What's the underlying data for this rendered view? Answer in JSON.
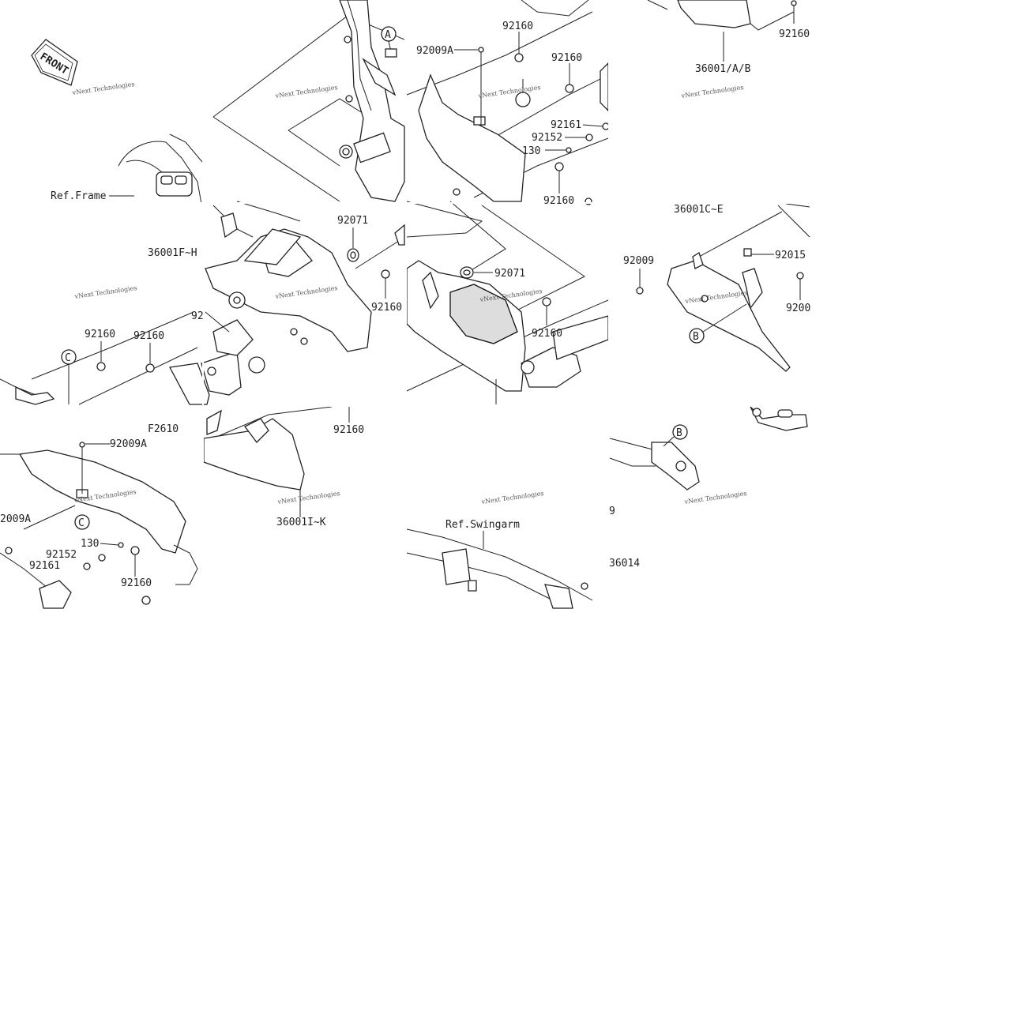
{
  "front_label": "FRONT",
  "figure_code": "F2610",
  "refs": {
    "frame": "Ref.Frame",
    "swingarm": "Ref.Swingarm"
  },
  "callouts": {
    "A": "A",
    "B": "B",
    "C": "C"
  },
  "parts": {
    "p36001_ab": "36001/A/B",
    "p36001_ce": "36001C~E",
    "p36001_fh": "36001F~H",
    "p36001_ik": "36001I~K",
    "p36014": "36014",
    "p92009": "92009",
    "p92009a": "92009A",
    "p92009a_trunc": "2009A",
    "p92009_trunc": "9200",
    "p92015": "92015",
    "p92071": "92071",
    "p92152": "92152",
    "p92160": "92160",
    "p92160_trunc": "92",
    "p92161": "92161",
    "p130": "130",
    "p9": "9"
  },
  "watermark": "vNext Technologies"
}
